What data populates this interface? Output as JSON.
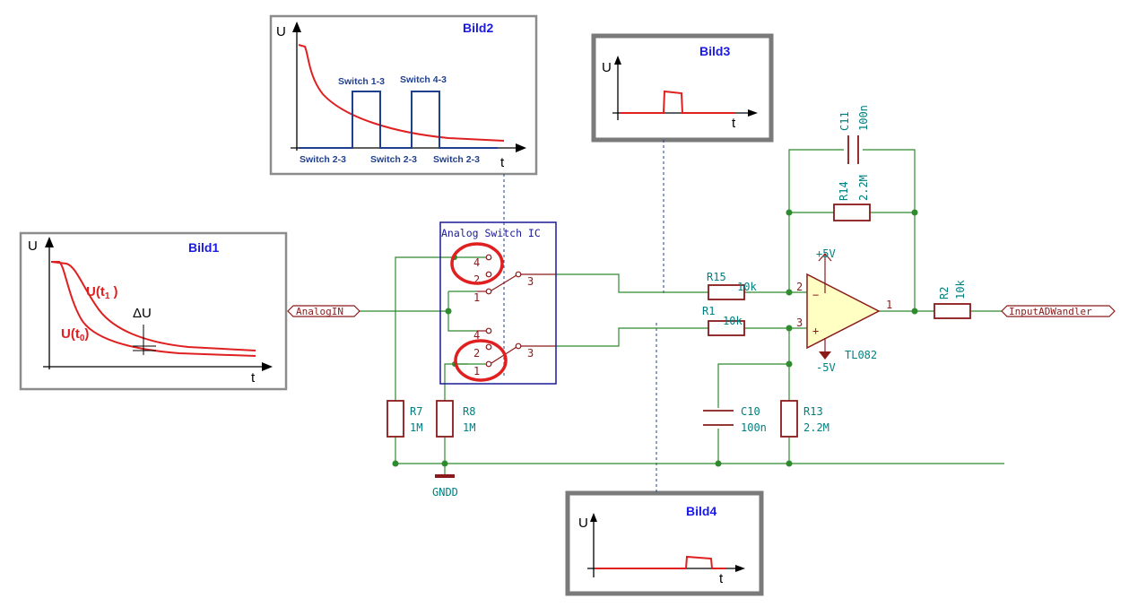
{
  "bild1": {
    "title": "Bild1",
    "axis_y": "U",
    "axis_x": "t",
    "label_t1_main": "U(t",
    "label_t1_sub": "1",
    "label_t1_close": " )",
    "label_t0_main": "U(t",
    "label_t0_sub": "0",
    "label_t0_close": ")",
    "delta": "ΔU"
  },
  "bild2": {
    "title": "Bild2",
    "axis_y": "U",
    "axis_x": "t",
    "top_labels": [
      "Switch 1-3",
      "Switch 4-3"
    ],
    "bottom_labels": [
      "Switch 2-3",
      "Switch 2-3",
      "Switch 2-3"
    ]
  },
  "bild3": {
    "title": "Bild3",
    "axis_y": "U",
    "axis_x": "t"
  },
  "bild4": {
    "title": "Bild4",
    "axis_y": "U",
    "axis_x": "t"
  },
  "schematic": {
    "analog_switch_title": "Analog Switch IC",
    "switch_pins_top": [
      "4",
      "2",
      "1",
      "3"
    ],
    "switch_pins_bottom": [
      "4",
      "2",
      "1",
      "3"
    ],
    "net_in": "AnalogIN",
    "net_out": "InputADWandler",
    "gnd": "GNDD",
    "components": {
      "r7": {
        "ref": "R7",
        "value": "1M"
      },
      "r8": {
        "ref": "R8",
        "value": "1M"
      },
      "r15": {
        "ref": "R15",
        "value": "10k"
      },
      "r1": {
        "ref": "R1",
        "value": "10k"
      },
      "r14": {
        "ref": "R14",
        "value": "2.2M"
      },
      "c11": {
        "ref": "C11",
        "value": "100n"
      },
      "c10": {
        "ref": "C10",
        "value": "100n"
      },
      "r13": {
        "ref": "R13",
        "value": "2.2M"
      },
      "r2": {
        "ref": "R2",
        "value": "10k"
      },
      "opamp": {
        "ref": "TL082",
        "vpos": "+5V",
        "vneg": "-5V",
        "pin_inv": "2",
        "pin_noninv": "3",
        "pin_out": "1",
        "sign_minus": "−",
        "sign_plus": "+"
      }
    }
  },
  "colors": {
    "wire": "#2e8b2e",
    "component": "#8b1a1a",
    "value_text": "#008080",
    "ic_frame": "#1a1a99",
    "curve": "#e02020",
    "pulse": "#1f3f8f",
    "title": "#1a1ae6",
    "opamp_fill": "#ffffc4",
    "highlight_circle": "#e02020"
  }
}
